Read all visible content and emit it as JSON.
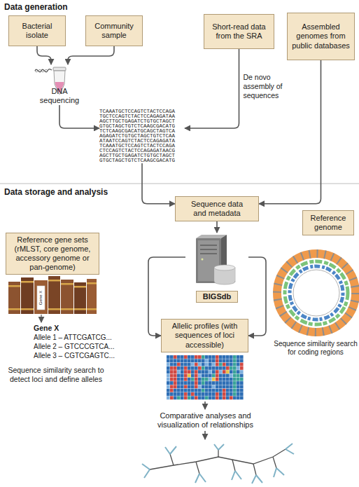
{
  "diagram": {
    "nodes": [
      {
        "text": [
          "Bacterial isolate"
        ]
      },
      {
        "text": [
          "Community sample"
        ]
      },
      {
        "text": [
          "Short-read data from the SRA"
        ]
      },
      {
        "text": [
          "Assembled genomes from public databases"
        ]
      },
      {
        "text": [
          "DNA sequencing"
        ]
      },
      {
        "text": [
          "TCAAATGCTCCAGTCTACTCCAGA",
          "TGCTCCAGTCTACTCCAGAGATAA",
          "AGCTTGCTGAGATCTGTGCTAGCT",
          "GTGCTAGCTGTCTCAAGCGACATG",
          "TCTCAAGCGACATGCAGCTAGTCA",
          "AGAGATCTGTGCTAGCTGTCTCAA",
          "ATAATCCAGTCTACTCCAGAGATA",
          "TCAAATGCTCCAGTCTACTCCAGA",
          "CTCCAGTCTACTCCAGAGATAACG",
          "AGCTTGCTGAGATCTGTGCTAGCT",
          "GTGCTAGCTGTCTCAAGCGACATG"
        ]
      },
      {
        "text": [
          "Sequence data and metadata"
        ]
      },
      {
        "text": [
          "BIGSdb"
        ]
      },
      {
        "text": [
          "Reference gene sets (rMLST, core genome, accessory genome or pan-genome)"
        ]
      },
      {
        "text": [
          "Reference genome"
        ]
      },
      {
        "text": [
          "Allelic profiles (with sequences of loci accessible)"
        ]
      }
    ],
    "edges": [
      {
        "from": 0,
        "to": 4,
        "arrow": "to"
      },
      {
        "from": 1,
        "to": 4,
        "arrow": "to"
      },
      {
        "from": 4,
        "to": 5,
        "arrow": "to"
      },
      {
        "from": 2,
        "to": 5,
        "label": "De novo assembly of sequences",
        "arrow": "to"
      },
      {
        "from": 5,
        "to": 6,
        "arrow": "to"
      },
      {
        "from": 3,
        "to": 6,
        "arrow": "to"
      },
      {
        "from": 6,
        "to": 7,
        "arrow": "to"
      },
      {
        "from": 7,
        "to": 10,
        "arrow": "to"
      },
      {
        "from": 7,
        "to": 10,
        "arrow": "to"
      }
    ],
    "labels": [
      "Data generation",
      "Data storage and analysis",
      "Gene X",
      "Gene X",
      "Allele 1 – ATTCGATCG...",
      "Allele 2 – GTCCCGTCA...",
      "Allele 3 – CGTCGAGTC...",
      "Sequence similarity search to detect loci and define alleles",
      "Sequence similarity search for coding regions",
      "Comparative analyses and visualization of relationships"
    ]
  }
}
